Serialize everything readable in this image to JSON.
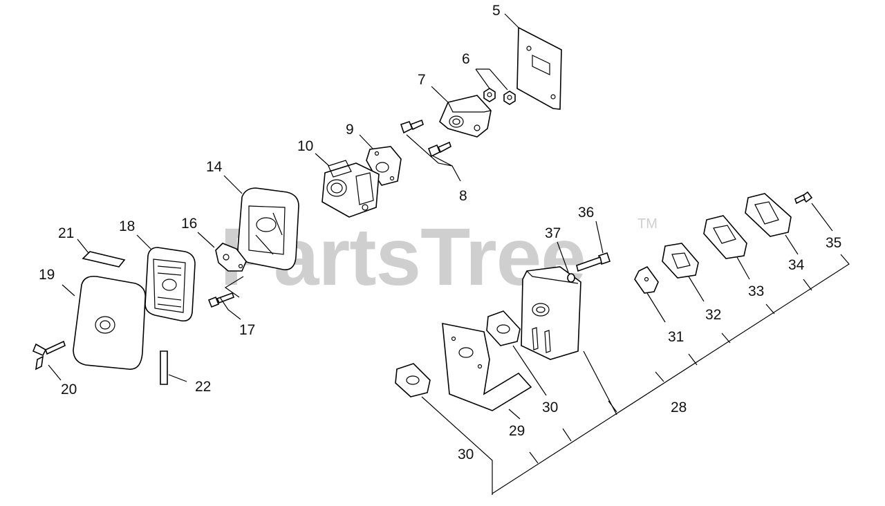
{
  "watermark": {
    "text": "PartsTree",
    "trademark": "TM"
  },
  "callouts": {
    "c5": "5",
    "c6": "6",
    "c7": "7",
    "c8": "8",
    "c9": "9",
    "c10": "10",
    "c14": "14",
    "c16": "16",
    "c17": "17",
    "c18": "18",
    "c19": "19",
    "c20": "20",
    "c21": "21",
    "c22": "22",
    "c28": "28",
    "c29": "29",
    "c30a": "30",
    "c30b": "30",
    "c31": "31",
    "c32": "32",
    "c33": "33",
    "c34": "34",
    "c35": "35",
    "c36": "36",
    "c37": "37"
  }
}
